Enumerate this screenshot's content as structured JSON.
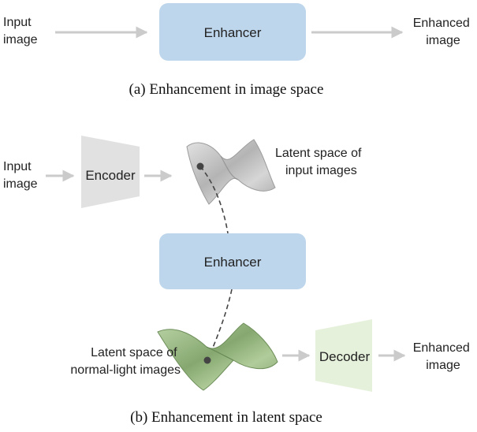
{
  "panel_a": {
    "input_label": [
      "Input",
      "image"
    ],
    "enhancer_label": "Enhancer",
    "output_label": [
      "Enhanced",
      "image"
    ],
    "caption": "(a) Enhancement in image space"
  },
  "panel_b": {
    "input_label": [
      "Input",
      "image"
    ],
    "encoder_label": "Encoder",
    "latent_input_label": [
      "Latent space of",
      "input images"
    ],
    "enhancer_label": "Enhancer",
    "latent_normal_label": [
      "Latent space of",
      "normal-light images"
    ],
    "decoder_label": "Decoder",
    "output_label": [
      "Enhanced",
      "image"
    ],
    "caption": "(b) Enhancement in latent space"
  },
  "colors": {
    "enhancer_fill": "#bed6ec",
    "encoder_fill": "#e1e1e1",
    "decoder_fill": "#e6f1dc",
    "arrow": "#cbcbcb",
    "gray_surface": "#c3c3c3",
    "green_surface": "#a2bf8c"
  }
}
